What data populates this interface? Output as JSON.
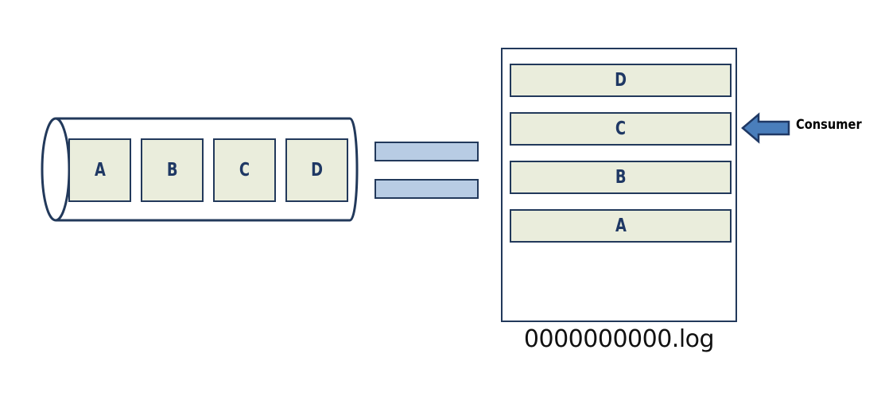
{
  "diagram": {
    "title": "kafka-topic-partition-to-log-segment",
    "colors": {
      "cell_fill": "#EAEDDC",
      "outline": "#22395B",
      "letter_text": "#1F3864",
      "equals_bar_fill": "#B8CCE4",
      "arrow_fill": "#4A7EBB",
      "arrow_outline": "#1F3864",
      "label_text": "#000000",
      "background": "#FFFFFF"
    },
    "cylinder": {
      "name": "partition-cylinder",
      "cells": [
        {
          "label": "A"
        },
        {
          "label": "B"
        },
        {
          "label": "C"
        },
        {
          "label": "D"
        }
      ]
    },
    "equals": {
      "name": "equals-sign",
      "bars": [
        {
          "id": "top"
        },
        {
          "id": "bottom"
        }
      ]
    },
    "log_panel": {
      "name": "log-segment-file",
      "caption": "0000000000.log",
      "rows": [
        {
          "label": "D"
        },
        {
          "label": "C"
        },
        {
          "label": "B"
        },
        {
          "label": "A"
        }
      ]
    },
    "consumer": {
      "label": "Consumer",
      "arrow_direction": "left",
      "points_to_row": "C"
    }
  }
}
